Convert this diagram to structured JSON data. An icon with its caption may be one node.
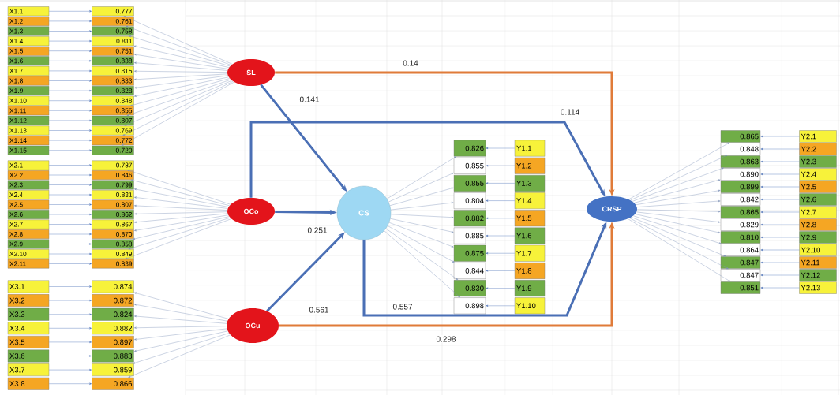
{
  "diagram": {
    "nodes": [
      {
        "text": [
          "X1.1"
        ]
      },
      {
        "text": [
          "0.777"
        ]
      },
      {
        "text": [
          "X1.2"
        ]
      },
      {
        "text": [
          "0.761"
        ]
      },
      {
        "text": [
          "X1.3"
        ]
      },
      {
        "text": [
          "0.758"
        ]
      },
      {
        "text": [
          "X1.4"
        ]
      },
      {
        "text": [
          "0.811"
        ]
      },
      {
        "text": [
          "X1.5"
        ]
      },
      {
        "text": [
          "0.751"
        ]
      },
      {
        "text": [
          "X1.6"
        ]
      },
      {
        "text": [
          "0.838"
        ]
      },
      {
        "text": [
          "X1.7"
        ]
      },
      {
        "text": [
          "0.815"
        ]
      },
      {
        "text": [
          "X1.8"
        ]
      },
      {
        "text": [
          "0.833"
        ]
      },
      {
        "text": [
          "X1.9"
        ]
      },
      {
        "text": [
          "0.828"
        ]
      },
      {
        "text": [
          "X1.10"
        ]
      },
      {
        "text": [
          "0.848"
        ]
      },
      {
        "text": [
          "X1.11"
        ]
      },
      {
        "text": [
          "0.855"
        ]
      },
      {
        "text": [
          "X1.12"
        ]
      },
      {
        "text": [
          "0.807"
        ]
      },
      {
        "text": [
          "X1.13"
        ]
      },
      {
        "text": [
          "0.769"
        ]
      },
      {
        "text": [
          "X1.14"
        ]
      },
      {
        "text": [
          "0.772"
        ]
      },
      {
        "text": [
          "X1.15"
        ]
      },
      {
        "text": [
          "0.720"
        ]
      },
      {
        "text": [
          "SL"
        ]
      },
      {
        "text": [
          "X2.1"
        ]
      },
      {
        "text": [
          "0.787"
        ]
      },
      {
        "text": [
          "X2.2"
        ]
      },
      {
        "text": [
          "0.846"
        ]
      },
      {
        "text": [
          "X2.3"
        ]
      },
      {
        "text": [
          "0.799"
        ]
      },
      {
        "text": [
          "X2.4"
        ]
      },
      {
        "text": [
          "0.831"
        ]
      },
      {
        "text": [
          "X2.5"
        ]
      },
      {
        "text": [
          "0.807"
        ]
      },
      {
        "text": [
          "X2.6"
        ]
      },
      {
        "text": [
          "0.862"
        ]
      },
      {
        "text": [
          "X2.7"
        ]
      },
      {
        "text": [
          "0.867"
        ]
      },
      {
        "text": [
          "X2.8"
        ]
      },
      {
        "text": [
          "0.870"
        ]
      },
      {
        "text": [
          "X2.9"
        ]
      },
      {
        "text": [
          "0.858"
        ]
      },
      {
        "text": [
          "X2.10"
        ]
      },
      {
        "text": [
          "0.849"
        ]
      },
      {
        "text": [
          "X2.11"
        ]
      },
      {
        "text": [
          "0.839"
        ]
      },
      {
        "text": [
          "OCo"
        ]
      },
      {
        "text": [
          "X3.1"
        ]
      },
      {
        "text": [
          "0.874"
        ]
      },
      {
        "text": [
          "X3.2"
        ]
      },
      {
        "text": [
          "0.872"
        ]
      },
      {
        "text": [
          "X3.3"
        ]
      },
      {
        "text": [
          "0.824"
        ]
      },
      {
        "text": [
          "X3.4"
        ]
      },
      {
        "text": [
          "0.882"
        ]
      },
      {
        "text": [
          "X3.5"
        ]
      },
      {
        "text": [
          "0.897"
        ]
      },
      {
        "text": [
          "X3.6"
        ]
      },
      {
        "text": [
          "0.883"
        ]
      },
      {
        "text": [
          "X3.7"
        ]
      },
      {
        "text": [
          "0.859"
        ]
      },
      {
        "text": [
          "X3.8"
        ]
      },
      {
        "text": [
          "0.866"
        ]
      },
      {
        "text": [
          "OCu"
        ]
      },
      {
        "text": [
          "CS"
        ]
      },
      {
        "text": [
          "0.826"
        ]
      },
      {
        "text": [
          "Y1.1"
        ]
      },
      {
        "text": [
          "0.855"
        ]
      },
      {
        "text": [
          "Y1.2"
        ]
      },
      {
        "text": [
          "0.855"
        ]
      },
      {
        "text": [
          "Y1.3"
        ]
      },
      {
        "text": [
          "0.804"
        ]
      },
      {
        "text": [
          "Y1.4"
        ]
      },
      {
        "text": [
          "0.882"
        ]
      },
      {
        "text": [
          "Y1.5"
        ]
      },
      {
        "text": [
          "0.885"
        ]
      },
      {
        "text": [
          "Y1.6"
        ]
      },
      {
        "text": [
          "0.875"
        ]
      },
      {
        "text": [
          "Y1.7"
        ]
      },
      {
        "text": [
          "0.844"
        ]
      },
      {
        "text": [
          "Y1.8"
        ]
      },
      {
        "text": [
          "0.830"
        ]
      },
      {
        "text": [
          "Y1.9"
        ]
      },
      {
        "text": [
          "0.898"
        ]
      },
      {
        "text": [
          "Y1.10"
        ]
      },
      {
        "text": [
          "CRSP"
        ]
      },
      {
        "text": [
          "0.865"
        ]
      },
      {
        "text": [
          "Y2.1"
        ]
      },
      {
        "text": [
          "0.848"
        ]
      },
      {
        "text": [
          "Y2.2"
        ]
      },
      {
        "text": [
          "0.863"
        ]
      },
      {
        "text": [
          "Y2.3"
        ]
      },
      {
        "text": [
          "0.890"
        ]
      },
      {
        "text": [
          "Y2.4"
        ]
      },
      {
        "text": [
          "0.899"
        ]
      },
      {
        "text": [
          "Y2.5"
        ]
      },
      {
        "text": [
          "0.842"
        ]
      },
      {
        "text": [
          "Y2.6"
        ]
      },
      {
        "text": [
          "0.865"
        ]
      },
      {
        "text": [
          "Y2.7"
        ]
      },
      {
        "text": [
          "0.829"
        ]
      },
      {
        "text": [
          "Y2.8"
        ]
      },
      {
        "text": [
          "0.810"
        ]
      },
      {
        "text": [
          "Y2.9"
        ]
      },
      {
        "text": [
          "0.864"
        ]
      },
      {
        "text": [
          "Y2.10"
        ]
      },
      {
        "text": [
          "0.847"
        ]
      },
      {
        "text": [
          "Y2.11"
        ]
      },
      {
        "text": [
          "0.847"
        ]
      },
      {
        "text": [
          "Y2.12"
        ]
      },
      {
        "text": [
          "0.851"
        ]
      },
      {
        "text": [
          "Y2.13"
        ]
      }
    ],
    "edges": [
      {
        "from": 30,
        "to": 92,
        "arrow": "to",
        "label": "0.14",
        "style": "thick",
        "color": "#e07b39"
      },
      {
        "from": 30,
        "to": 71,
        "arrow": "to",
        "label": "0.141",
        "style": "thick"
      },
      {
        "from": 53,
        "to": 92,
        "arrow": "to",
        "label": "0.114",
        "style": "thick"
      },
      {
        "from": 53,
        "to": 71,
        "arrow": "to",
        "label": "0.251",
        "style": "thick"
      },
      {
        "from": 70,
        "to": 71,
        "arrow": "to",
        "label": "0.561",
        "style": "thick"
      },
      {
        "from": 71,
        "to": 92,
        "arrow": "to",
        "label": "0.557",
        "style": "thick"
      },
      {
        "from": 70,
        "to": 92,
        "arrow": "to",
        "label": "0.298",
        "style": "thick",
        "color": "#e07b39"
      },
      {
        "from": 0,
        "to": 1,
        "arrow": "to"
      },
      {
        "from": 30,
        "to": 1,
        "arrow": "to"
      },
      {
        "from": 2,
        "to": 3,
        "arrow": "to"
      },
      {
        "from": 30,
        "to": 3,
        "arrow": "to"
      },
      {
        "from": 4,
        "to": 5,
        "arrow": "to"
      },
      {
        "from": 30,
        "to": 5,
        "arrow": "to"
      },
      {
        "from": 6,
        "to": 7,
        "arrow": "to"
      },
      {
        "from": 30,
        "to": 7,
        "arrow": "to"
      },
      {
        "from": 8,
        "to": 9,
        "arrow": "to"
      },
      {
        "from": 30,
        "to": 9,
        "arrow": "to"
      },
      {
        "from": 10,
        "to": 11,
        "arrow": "to"
      },
      {
        "from": 30,
        "to": 11,
        "arrow": "to"
      },
      {
        "from": 12,
        "to": 13,
        "arrow": "to"
      },
      {
        "from": 30,
        "to": 13,
        "arrow": "to"
      },
      {
        "from": 14,
        "to": 15,
        "arrow": "to"
      },
      {
        "from": 30,
        "to": 15,
        "arrow": "to"
      },
      {
        "from": 16,
        "to": 17,
        "arrow": "to"
      },
      {
        "from": 30,
        "to": 17,
        "arrow": "to"
      },
      {
        "from": 18,
        "to": 19,
        "arrow": "to"
      },
      {
        "from": 30,
        "to": 19,
        "arrow": "to"
      },
      {
        "from": 20,
        "to": 21,
        "arrow": "to"
      },
      {
        "from": 30,
        "to": 21,
        "arrow": "to"
      },
      {
        "from": 22,
        "to": 23,
        "arrow": "to"
      },
      {
        "from": 30,
        "to": 23,
        "arrow": "to"
      },
      {
        "from": 24,
        "to": 25,
        "arrow": "to"
      },
      {
        "from": 30,
        "to": 25,
        "arrow": "to"
      },
      {
        "from": 26,
        "to": 27,
        "arrow": "to"
      },
      {
        "from": 30,
        "to": 27,
        "arrow": "to"
      },
      {
        "from": 28,
        "to": 29,
        "arrow": "to"
      },
      {
        "from": 30,
        "to": 29,
        "arrow": "to"
      },
      {
        "from": 31,
        "to": 32,
        "arrow": "to"
      },
      {
        "from": 53,
        "to": 32,
        "arrow": "to"
      },
      {
        "from": 33,
        "to": 34,
        "arrow": "to"
      },
      {
        "from": 53,
        "to": 34,
        "arrow": "to"
      },
      {
        "from": 35,
        "to": 36,
        "arrow": "to"
      },
      {
        "from": 53,
        "to": 36,
        "arrow": "to"
      },
      {
        "from": 37,
        "to": 38,
        "arrow": "to"
      },
      {
        "from": 53,
        "to": 38,
        "arrow": "to"
      },
      {
        "from": 39,
        "to": 40,
        "arrow": "to"
      },
      {
        "from": 53,
        "to": 40,
        "arrow": "to"
      },
      {
        "from": 41,
        "to": 42,
        "arrow": "to"
      },
      {
        "from": 53,
        "to": 42,
        "arrow": "to"
      },
      {
        "from": 43,
        "to": 44,
        "arrow": "to"
      },
      {
        "from": 53,
        "to": 44,
        "arrow": "to"
      },
      {
        "from": 45,
        "to": 46,
        "arrow": "to"
      },
      {
        "from": 53,
        "to": 46,
        "arrow": "to"
      },
      {
        "from": 47,
        "to": 48,
        "arrow": "to"
      },
      {
        "from": 53,
        "to": 48,
        "arrow": "to"
      },
      {
        "from": 49,
        "to": 50,
        "arrow": "to"
      },
      {
        "from": 53,
        "to": 50,
        "arrow": "to"
      },
      {
        "from": 51,
        "to": 52,
        "arrow": "to"
      },
      {
        "from": 53,
        "to": 52,
        "arrow": "to"
      },
      {
        "from": 54,
        "to": 55,
        "arrow": "to"
      },
      {
        "from": 70,
        "to": 55,
        "arrow": "to"
      },
      {
        "from": 56,
        "to": 57,
        "arrow": "to"
      },
      {
        "from": 70,
        "to": 57,
        "arrow": "to"
      },
      {
        "from": 58,
        "to": 59,
        "arrow": "to"
      },
      {
        "from": 70,
        "to": 59,
        "arrow": "to"
      },
      {
        "from": 60,
        "to": 61,
        "arrow": "to"
      },
      {
        "from": 70,
        "to": 61,
        "arrow": "to"
      },
      {
        "from": 62,
        "to": 63,
        "arrow": "to"
      },
      {
        "from": 70,
        "to": 63,
        "arrow": "to"
      },
      {
        "from": 64,
        "to": 65,
        "arrow": "to"
      },
      {
        "from": 70,
        "to": 65,
        "arrow": "to"
      },
      {
        "from": 66,
        "to": 67,
        "arrow": "to"
      },
      {
        "from": 70,
        "to": 67,
        "arrow": "to"
      },
      {
        "from": 68,
        "to": 69,
        "arrow": "to"
      },
      {
        "from": 70,
        "to": 69,
        "arrow": "to"
      },
      {
        "from": 73,
        "to": 72,
        "arrow": "to"
      },
      {
        "from": 71,
        "to": 72,
        "arrow": "to"
      },
      {
        "from": 75,
        "to": 74,
        "arrow": "to"
      },
      {
        "from": 71,
        "to": 74,
        "arrow": "to"
      },
      {
        "from": 77,
        "to": 76,
        "arrow": "to"
      },
      {
        "from": 71,
        "to": 76,
        "arrow": "to"
      },
      {
        "from": 79,
        "to": 78,
        "arrow": "to"
      },
      {
        "from": 71,
        "to": 78,
        "arrow": "to"
      },
      {
        "from": 81,
        "to": 80,
        "arrow": "to"
      },
      {
        "from": 71,
        "to": 80,
        "arrow": "to"
      },
      {
        "from": 83,
        "to": 82,
        "arrow": "to"
      },
      {
        "from": 71,
        "to": 82,
        "arrow": "to"
      },
      {
        "from": 85,
        "to": 84,
        "arrow": "to"
      },
      {
        "from": 71,
        "to": 84,
        "arrow": "to"
      },
      {
        "from": 87,
        "to": 86,
        "arrow": "to"
      },
      {
        "from": 71,
        "to": 86,
        "arrow": "to"
      },
      {
        "from": 89,
        "to": 88,
        "arrow": "to"
      },
      {
        "from": 71,
        "to": 88,
        "arrow": "to"
      },
      {
        "from": 91,
        "to": 90,
        "arrow": "to"
      },
      {
        "from": 71,
        "to": 90,
        "arrow": "to"
      },
      {
        "from": 94,
        "to": 93,
        "arrow": "to"
      },
      {
        "from": 92,
        "to": 93,
        "arrow": "to"
      },
      {
        "from": 96,
        "to": 95,
        "arrow": "to"
      },
      {
        "from": 92,
        "to": 95,
        "arrow": "to"
      },
      {
        "from": 98,
        "to": 97,
        "arrow": "to"
      },
      {
        "from": 92,
        "to": 97,
        "arrow": "to"
      },
      {
        "from": 100,
        "to": 99,
        "arrow": "to"
      },
      {
        "from": 92,
        "to": 99,
        "arrow": "to"
      },
      {
        "from": 102,
        "to": 101,
        "arrow": "to"
      },
      {
        "from": 92,
        "to": 101,
        "arrow": "to"
      },
      {
        "from": 104,
        "to": 103,
        "arrow": "to"
      },
      {
        "from": 92,
        "to": 103,
        "arrow": "to"
      },
      {
        "from": 106,
        "to": 105,
        "arrow": "to"
      },
      {
        "from": 92,
        "to": 105,
        "arrow": "to"
      },
      {
        "from": 108,
        "to": 107,
        "arrow": "to"
      },
      {
        "from": 92,
        "to": 107,
        "arrow": "to"
      },
      {
        "from": 110,
        "to": 109,
        "arrow": "to"
      },
      {
        "from": 92,
        "to": 109,
        "arrow": "to"
      },
      {
        "from": 112,
        "to": 111,
        "arrow": "to"
      },
      {
        "from": 92,
        "to": 111,
        "arrow": "to"
      },
      {
        "from": 114,
        "to": 113,
        "arrow": "to"
      },
      {
        "from": 92,
        "to": 113,
        "arrow": "to"
      },
      {
        "from": 116,
        "to": 115,
        "arrow": "to"
      },
      {
        "from": 92,
        "to": 115,
        "arrow": "to"
      },
      {
        "from": 118,
        "to": 117,
        "arrow": "to"
      },
      {
        "from": 92,
        "to": 117,
        "arrow": "to"
      }
    ]
  }
}
